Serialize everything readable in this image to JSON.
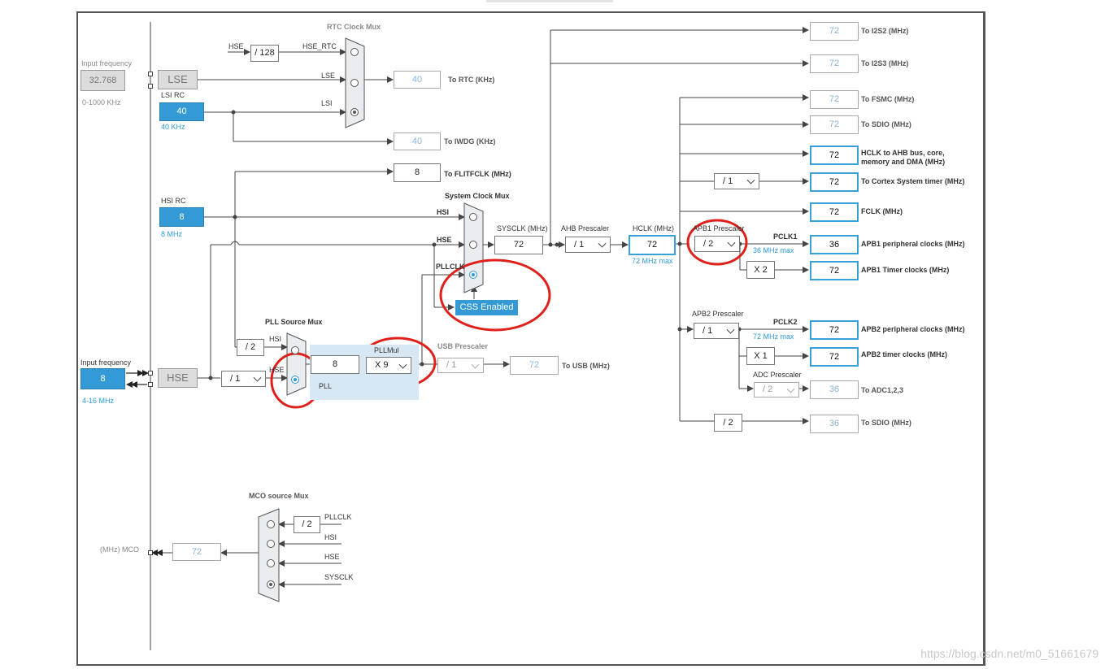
{
  "tabstrip": "",
  "lse_input": {
    "label": "Input frequency",
    "value": "32.768",
    "range": "0-1000 KHz"
  },
  "lse": {
    "label": "LSE"
  },
  "lsi": {
    "title": "LSI RC",
    "value": "40",
    "freq": "40 KHz"
  },
  "hsi": {
    "title": "HSI RC",
    "value": "8",
    "freq": "8 MHz"
  },
  "hse_input": {
    "label": "Input frequency",
    "value": "8",
    "range": "4-16 MHz"
  },
  "hse": {
    "label": "HSE"
  },
  "rtc_mux": {
    "title": "RTC Clock Mux",
    "hse": "HSE",
    "div": "/ 128",
    "hse_rtc": "HSE_RTC",
    "lse": "LSE",
    "lsi": "LSI"
  },
  "rtc_out": {
    "value": "40",
    "label": "To RTC (KHz)"
  },
  "iwdg_out": {
    "value": "40",
    "label": "To IWDG (KHz)"
  },
  "flit_out": {
    "value": "8",
    "label": "To FLITFCLK (MHz)"
  },
  "sysclk_mux": {
    "title": "System Clock Mux",
    "hsi": "HSI",
    "hse": "HSE",
    "pllclk": "PLLCLK",
    "css": "CSS Enabled"
  },
  "sysclk": {
    "label": "SYSCLK (MHz)",
    "value": "72"
  },
  "ahb": {
    "label": "AHB Prescaler",
    "value": "/ 1"
  },
  "hclk": {
    "label": "HCLK (MHz)",
    "value": "72",
    "max": "72 MHz max"
  },
  "apb1": {
    "label": "APB1 Prescaler",
    "value": "/ 2",
    "pclk": "PCLK1",
    "max": "36 MHz max",
    "timer_mul": "X 2"
  },
  "apb2": {
    "label": "APB2 Prescaler",
    "value": "/ 1",
    "pclk": "PCLK2",
    "max": "72 MHz max",
    "timer_mul": "X 1"
  },
  "adc": {
    "label": "ADC Prescaler",
    "value": "/ 2"
  },
  "sdio_div": "/ 2",
  "cortex_div": "/ 1",
  "pll_src": {
    "title": "PLL Source Mux",
    "hsi": "HSI",
    "hse": "HSE",
    "hsi_div": "/ 2",
    "hse_div": "/ 1"
  },
  "pll": {
    "label": "PLL",
    "value": "8",
    "mul_label": "PLLMul",
    "mul": "X 9"
  },
  "usb": {
    "label": "USB Prescaler",
    "value": "/ 1",
    "out": "72",
    "out_label": "To USB (MHz)"
  },
  "outputs": [
    {
      "value": "72",
      "label": "To I2S2 (MHz)",
      "state": "dis"
    },
    {
      "value": "72",
      "label": "To I2S3 (MHz)",
      "state": "dis"
    },
    {
      "value": "72",
      "label": "To FSMC (MHz)",
      "state": "dis"
    },
    {
      "value": "72",
      "label": "To SDIO (MHz)",
      "state": "dis"
    },
    {
      "value": "72",
      "label": "HCLK to AHB bus, core, memory and DMA (MHz)",
      "state": "act"
    },
    {
      "value": "72",
      "label": "To Cortex System timer (MHz)",
      "state": "act"
    },
    {
      "value": "72",
      "label": "FCLK (MHz)",
      "state": "act"
    },
    {
      "value": "36",
      "label": "APB1 peripheral clocks (MHz)",
      "state": "act"
    },
    {
      "value": "72",
      "label": "APB1 Timer clocks (MHz)",
      "state": "act"
    },
    {
      "value": "72",
      "label": "APB2 peripheral clocks (MHz)",
      "state": "act"
    },
    {
      "value": "72",
      "label": "APB2 timer clocks (MHz)",
      "state": "act"
    },
    {
      "value": "36",
      "label": "To ADC1,2,3",
      "state": "dis"
    },
    {
      "value": "36",
      "label": "To SDIO (MHz)",
      "state": "dis"
    }
  ],
  "mco": {
    "title": "MCO source Mux",
    "div": "/ 2",
    "pllclk": "PLLCLK",
    "hsi": "HSI",
    "hse": "HSE",
    "sysclk": "SYSCLK",
    "label": "(MHz) MCO",
    "value": "72"
  },
  "watermark": "https://blog.csdn.net/m0_51661679",
  "colors": {
    "accent": "#349ad5",
    "highlight_ring": "#e0201b",
    "line": "#333333"
  }
}
